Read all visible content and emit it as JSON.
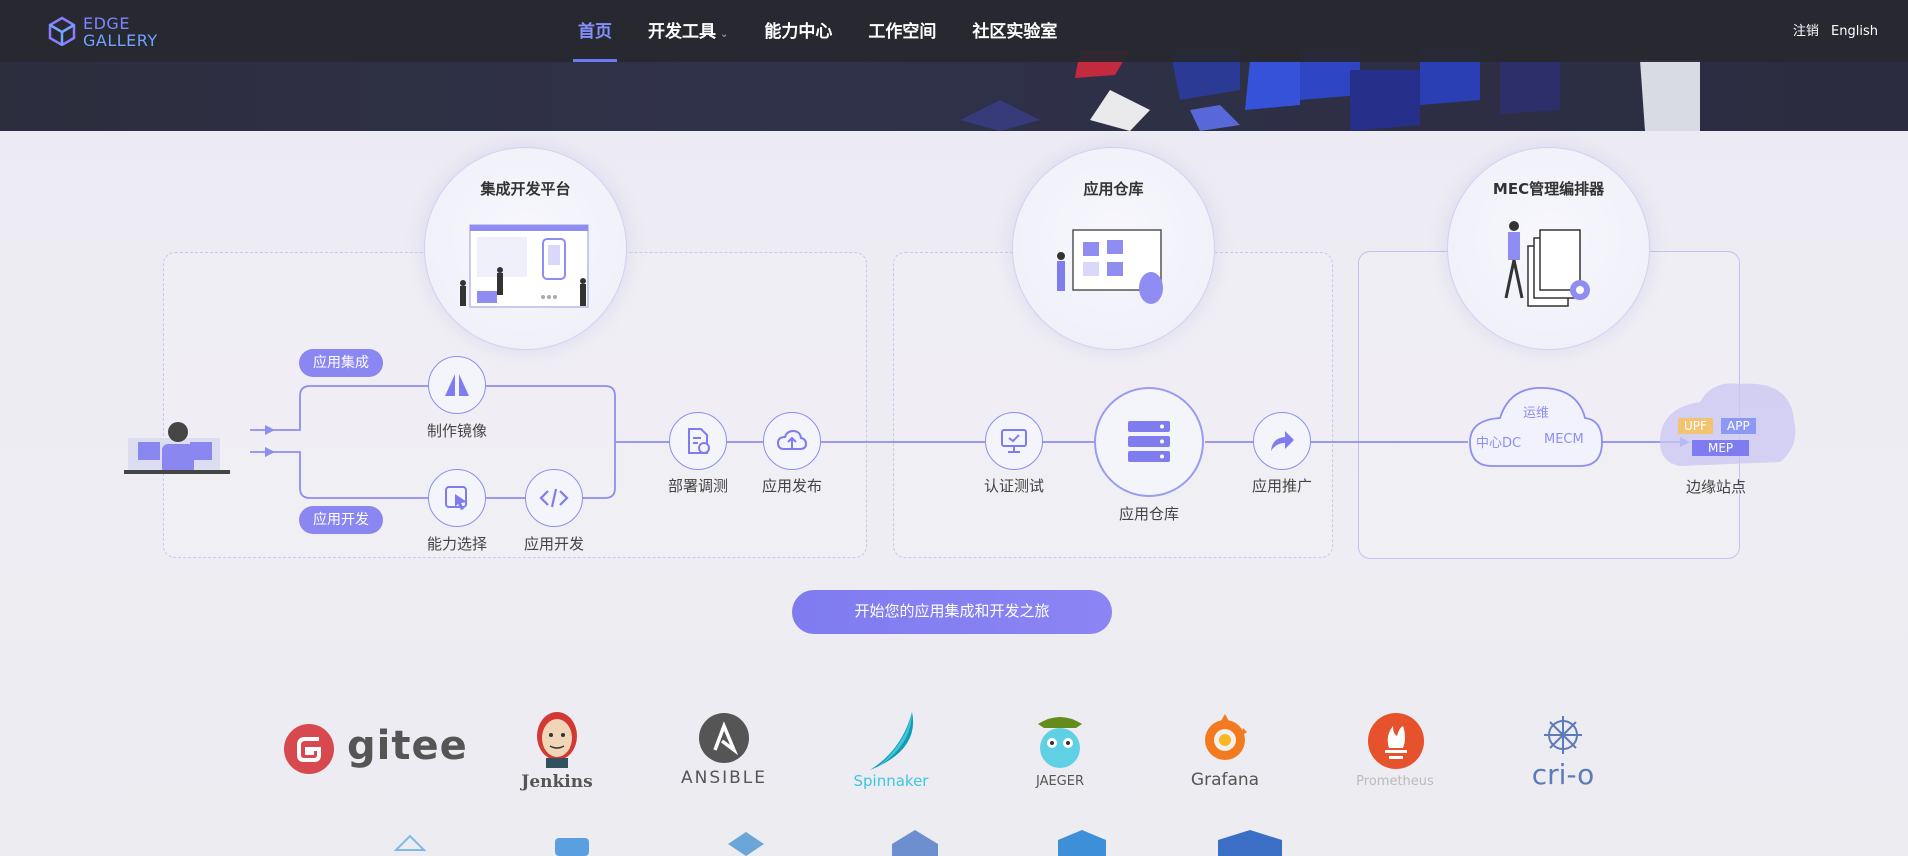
{
  "header": {
    "logo_line1": "EDGE",
    "logo_line2": "GALLERY",
    "nav": [
      "首页",
      "开发工具",
      "能力中心",
      "工作空间",
      "社区实验室"
    ],
    "nav_active": 0,
    "logout": "注销",
    "language": "English"
  },
  "sections": {
    "dev_platform": "集成开发平台",
    "app_store": "应用仓库",
    "mec_orchestrator": "MEC管理编排器"
  },
  "flow": {
    "tag_integration": "应用集成",
    "tag_development": "应用开发",
    "make_image": "制作镜像",
    "capability_select": "能力选择",
    "app_develop": "应用开发",
    "deploy_test": "部署调测",
    "app_publish": "应用发布",
    "cert_test": "认证测试",
    "app_repo": "应用仓库",
    "app_promote": "应用推广",
    "cloud_ops": "运维",
    "cloud_dc": "中心DC",
    "cloud_mecm": "MECM",
    "edge_upf": "UPF",
    "edge_app": "APP",
    "edge_mep": "MEP",
    "edge_site": "边缘站点"
  },
  "cta": "开始您的应用集成和开发之旅",
  "partners": [
    "gitee",
    "Jenkins",
    "ANSIBLE",
    "Spinnaker",
    "JAEGER",
    "Grafana",
    "Prometheus",
    "cri-o"
  ],
  "colors": {
    "accent": "#7f7cf0",
    "nav_active": "#8590ff",
    "header_bg": "#2a2a34"
  }
}
